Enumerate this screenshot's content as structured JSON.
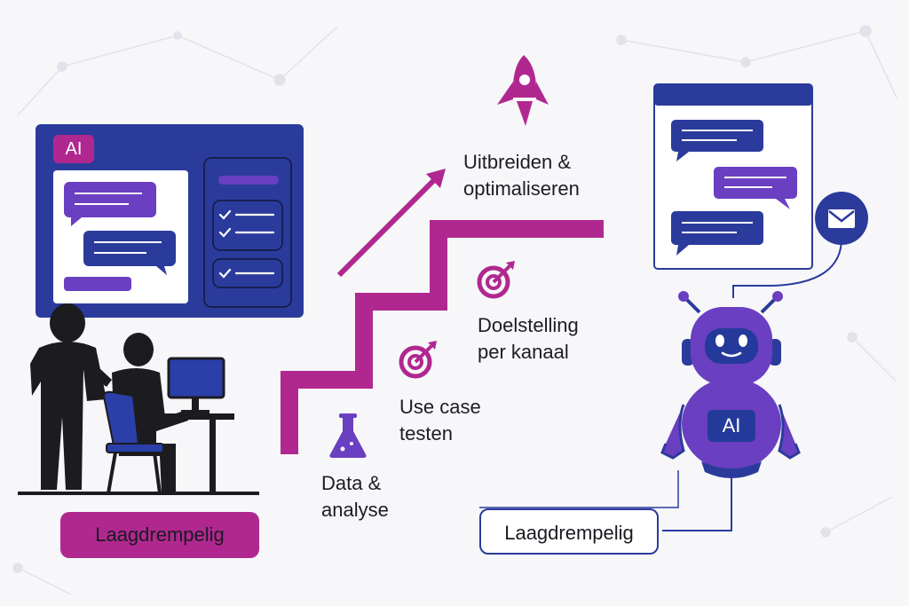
{
  "left_panel": {
    "ai_tag": "AI",
    "badge_label": "Laagdrempelig"
  },
  "steps": [
    {
      "label_line1": "Data &",
      "label_line2": "analyse",
      "icon": "flask-icon"
    },
    {
      "label_line1": "Use case",
      "label_line2": "testen",
      "icon": "target-icon"
    },
    {
      "label_line1": "Doelstelling",
      "label_line2": "per kanaal",
      "icon": "target-icon"
    },
    {
      "label_line1": "Uitbreiden &",
      "label_line2": "optimaliseren",
      "icon": "rocket-icon"
    }
  ],
  "robot": {
    "chest_label": "AI",
    "badge_label": "Laagdrempelig"
  },
  "colors": {
    "navy": "#2b3b9c",
    "magenta": "#b0288f",
    "purple": "#6a3fc1",
    "silhouette": "#1c1c20",
    "chair": "#2a3fa8"
  }
}
